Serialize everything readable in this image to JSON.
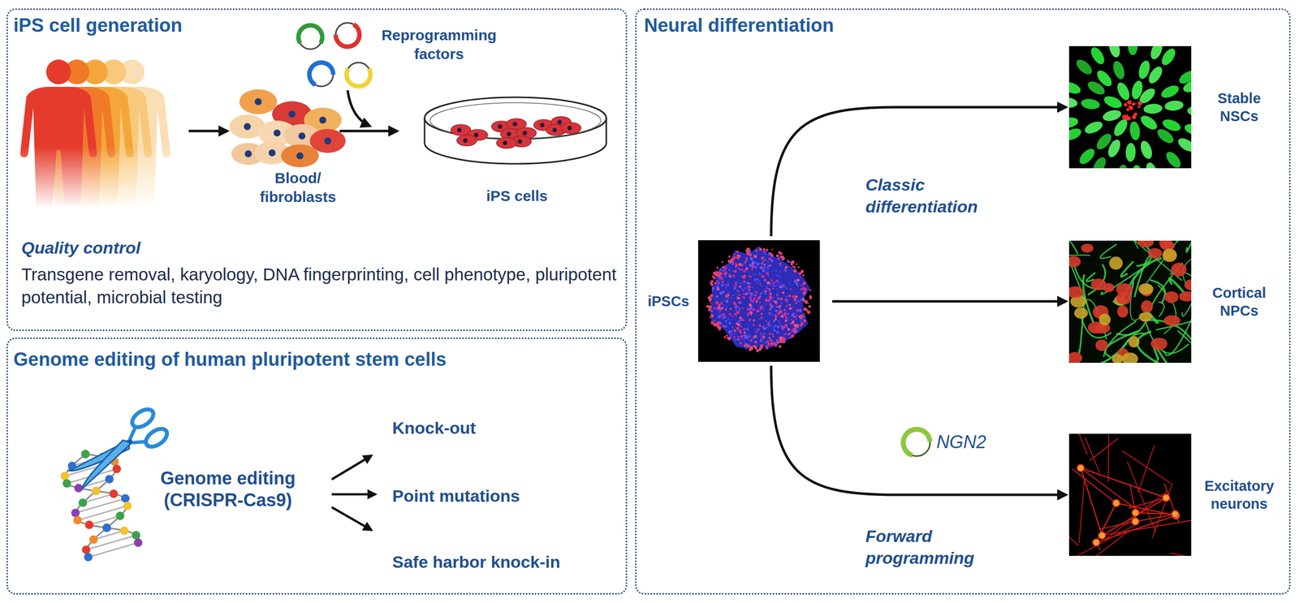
{
  "diagram": {
    "nodes": [
      {
        "text": [
          "iPS cell generation",
          "Quality control",
          "Transgene removal, karyology, DNA fingerprinting, cell phenotype, pluripotent potential, microbial testing"
        ]
      },
      {
        "text": [
          "Genome editing of human pluripotent stem cells"
        ]
      },
      {
        "text": [
          "Neural differentiation"
        ]
      },
      {
        "text": [
          "iPSCs"
        ],
        "in": 2
      },
      {
        "text": [
          "Stable NSCs"
        ],
        "in": 2
      },
      {
        "text": [
          "Cortical NPCs"
        ],
        "in": 2
      },
      {
        "text": [
          "Excitatory neurons"
        ],
        "in": 2
      }
    ],
    "edges": [
      {
        "from": 3,
        "to": 4,
        "arrow": "to",
        "label": "Classic differentiation"
      },
      {
        "from": 3,
        "to": 5,
        "arrow": "to"
      },
      {
        "from": 3,
        "to": 6,
        "arrow": "to",
        "label": "Forward programming"
      }
    ],
    "labels": [
      "Reprogramming factors",
      "Blood/ fibroblasts",
      "iPS cells",
      "Genome editing (CRISPR-Cas9)",
      "Knock-out",
      "Point mutations",
      "Safe harbor knock-in",
      "NGN2"
    ]
  }
}
